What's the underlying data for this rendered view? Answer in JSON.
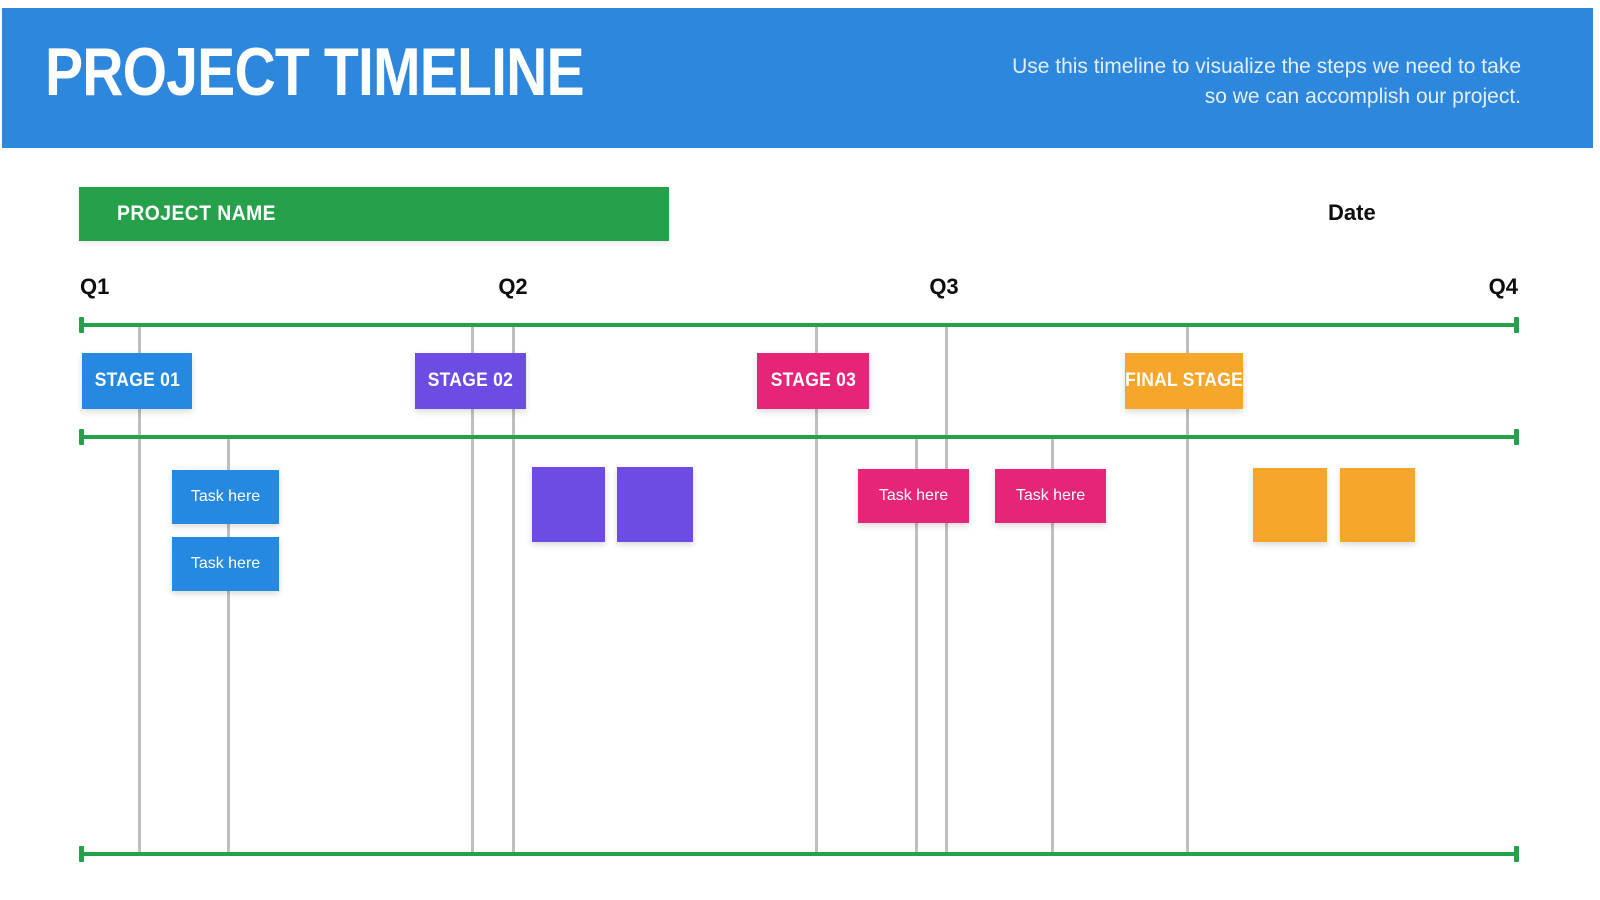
{
  "header": {
    "title": "PROJECT TIMELINE",
    "subtitle_line1": "Use this timeline to visualize the steps we need to take",
    "subtitle_line2": "so we can accomplish our project."
  },
  "project": {
    "name_label": "PROJECT NAME",
    "date_label": "Date"
  },
  "timeline": {
    "quarters": [
      "Q1",
      "Q2",
      "Q3",
      "Q4"
    ],
    "stages": [
      {
        "label": "STAGE 01",
        "color": "#2589e2"
      },
      {
        "label": "STAGE 02",
        "color": "#6c4ce2"
      },
      {
        "label": "STAGE 03",
        "color": "#e62578"
      },
      {
        "label": "FINAL STAGE",
        "color": "#f7a62c"
      }
    ],
    "tasks": [
      {
        "label": "Task here",
        "color": "#2589e2"
      },
      {
        "label": "Task here",
        "color": "#2589e2"
      },
      {
        "label": "",
        "color": "#6c4ce2"
      },
      {
        "label": "",
        "color": "#6c4ce2"
      },
      {
        "label": "Task here",
        "color": "#e62578"
      },
      {
        "label": "Task here",
        "color": "#e62578"
      },
      {
        "label": "",
        "color": "#f7a62c"
      },
      {
        "label": "",
        "color": "#f7a62c"
      }
    ]
  },
  "colors": {
    "header_blue": "#2d87dd",
    "green": "#27a04b",
    "gridline_gray": "#bfbfbf",
    "text_black": "#0d0d0d"
  }
}
